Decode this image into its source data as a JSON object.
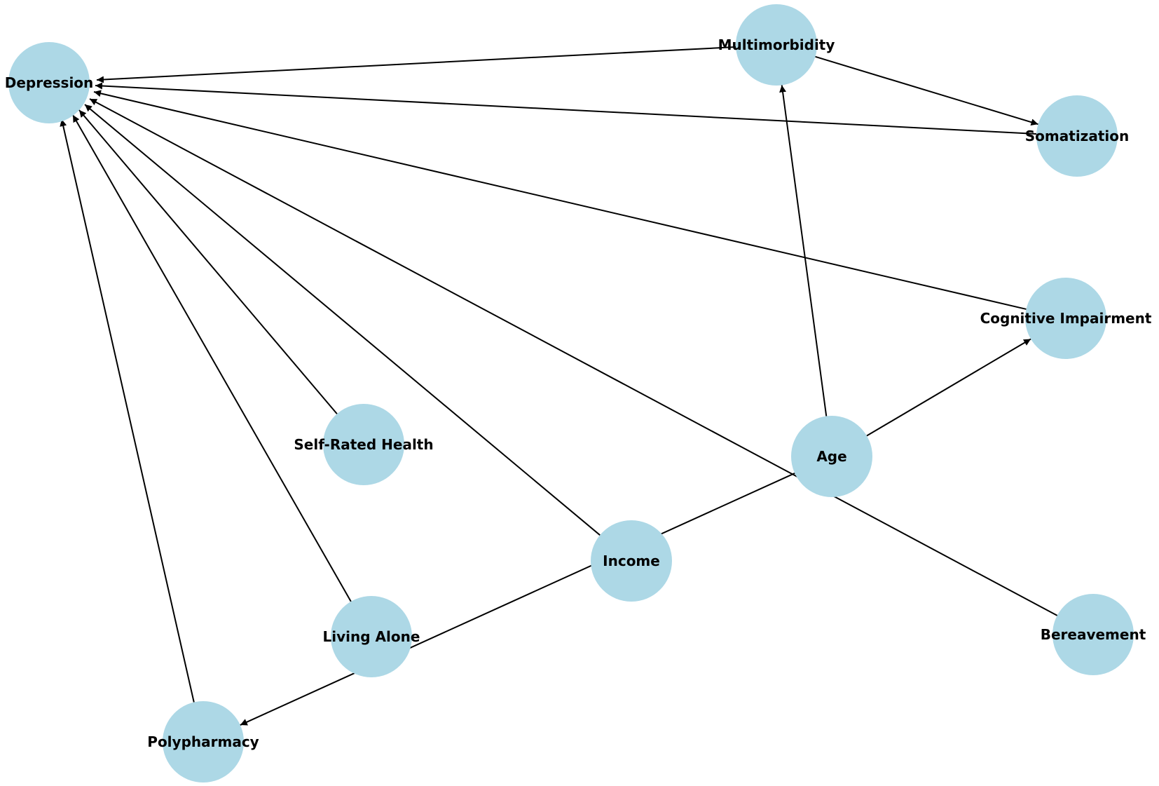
{
  "diagram": {
    "node_color": "#add8e6",
    "edge_color": "#000000",
    "label_color": "#000000",
    "nodes": [
      {
        "id": "depression",
        "label": "Depression"
      },
      {
        "id": "multimorbidity",
        "label": "Multimorbidity"
      },
      {
        "id": "somatization",
        "label": "Somatization"
      },
      {
        "id": "cognitive",
        "label": "Cognitive Impairment"
      },
      {
        "id": "selfrated",
        "label": "Self-Rated Health"
      },
      {
        "id": "age",
        "label": "Age"
      },
      {
        "id": "income",
        "label": "Income"
      },
      {
        "id": "living",
        "label": "Living Alone"
      },
      {
        "id": "bereavement",
        "label": "Bereavement"
      },
      {
        "id": "polypharmacy",
        "label": "Polypharmacy"
      }
    ],
    "edges": [
      {
        "from": "multimorbidity",
        "to": "depression"
      },
      {
        "from": "somatization",
        "to": "depression"
      },
      {
        "from": "cognitive",
        "to": "depression"
      },
      {
        "from": "selfrated",
        "to": "depression"
      },
      {
        "from": "income",
        "to": "depression"
      },
      {
        "from": "living",
        "to": "depression"
      },
      {
        "from": "polypharmacy",
        "to": "depression"
      },
      {
        "from": "bereavement",
        "to": "depression"
      },
      {
        "from": "multimorbidity",
        "to": "somatization"
      },
      {
        "from": "age",
        "to": "multimorbidity"
      },
      {
        "from": "age",
        "to": "cognitive"
      },
      {
        "from": "age",
        "to": "polypharmacy"
      }
    ]
  }
}
